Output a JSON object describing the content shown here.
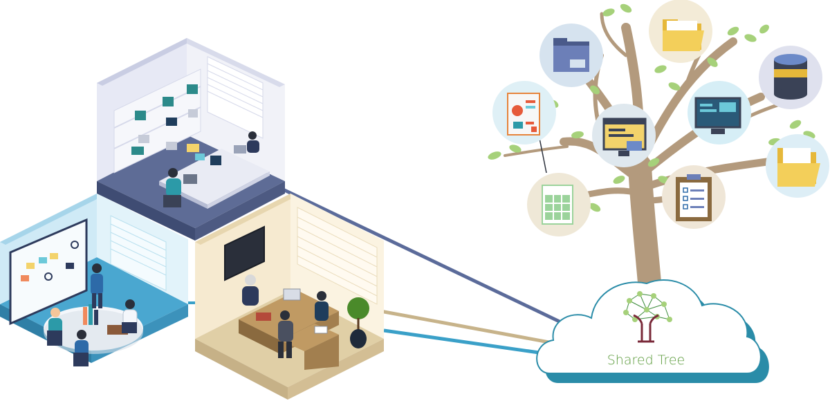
{
  "cloud": {
    "label": "Shared Tree",
    "label_color": "#5a9a3a"
  },
  "colors": {
    "upper_room_line": "#5b6b9a",
    "meeting_room_line": "#3aa0c8",
    "office_room_line": "#c7b38a",
    "cloud_shadow": "#2a8ca8",
    "cloud_fill": "#ffffff",
    "tree_trunk": "#b39a7d",
    "leaf": "#a6d17a"
  },
  "rooms": [
    {
      "name": "library-workspace",
      "theme": "slate-blue"
    },
    {
      "name": "meeting-room",
      "theme": "sky-blue"
    },
    {
      "name": "executive-office",
      "theme": "beige"
    }
  ],
  "tree_nodes": [
    {
      "name": "folder-blue-icon"
    },
    {
      "name": "folder-yellow-icon"
    },
    {
      "name": "database-icon"
    },
    {
      "name": "report-document-icon"
    },
    {
      "name": "code-monitor-icon"
    },
    {
      "name": "dashboard-monitor-icon"
    },
    {
      "name": "folder-documents-icon"
    },
    {
      "name": "spreadsheet-icon"
    },
    {
      "name": "checklist-clipboard-icon"
    }
  ]
}
